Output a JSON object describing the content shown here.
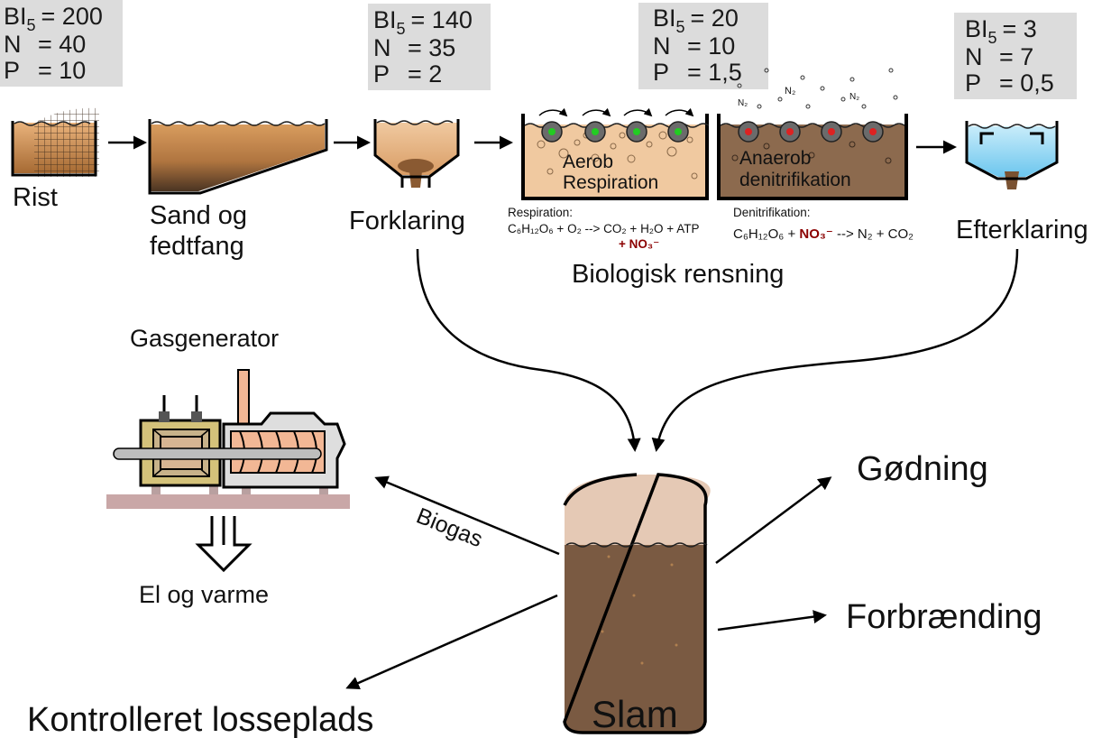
{
  "quality_boxes": [
    {
      "bi_label": "BI",
      "bi_sub": "5",
      "bi_value": "= 200",
      "n_label": "N",
      "n_value": "= 40",
      "p_label": "P",
      "p_value": "= 10"
    },
    {
      "bi_label": "BI",
      "bi_sub": "5",
      "bi_value": "= 140",
      "n_label": "N",
      "n_value": "= 35",
      "p_label": "P",
      "p_value": "= 2"
    },
    {
      "bi_label": "BI",
      "bi_sub": "5",
      "bi_value": "= 20",
      "n_label": "N",
      "n_value": "= 10",
      "p_label": "P",
      "p_value": "= 1,5"
    },
    {
      "bi_label": "BI",
      "bi_sub": "5",
      "bi_value": "= 3",
      "n_label": "N",
      "n_value": "= 7",
      "p_label": "P",
      "p_value": "= 0,5"
    }
  ],
  "stages": {
    "rist": "Rist",
    "sand_line1": "Sand og",
    "sand_line2": "fedtfang",
    "forklaring": "Forklaring",
    "efterklaring": "Efterklaring"
  },
  "tanks": {
    "aerob_line1": "Aerob",
    "aerob_line2": "Respiration",
    "anaerob_line1": "Anaerob",
    "anaerob_line2": "denitrifikation"
  },
  "equations": {
    "respiration_title": "Respiration:",
    "respiration_eq": "C₆H₁₂O₆ + O₂ --> CO₂ + H₂O + ATP",
    "respiration_extra": "+ NO₃⁻",
    "denit_title": "Denitrifikation:",
    "denit_pre": "C₆H₁₂O₆ + ",
    "denit_no3": "NO₃⁻",
    "denit_post": " --> N₂ + CO₂",
    "n2": "N₂"
  },
  "biologisk": "Biologisk rensning",
  "gasgenerator": "Gasgenerator",
  "el_og_varme": "El og varme",
  "biogas": "Biogas",
  "slam": "Slam",
  "godning": "Gødning",
  "forbraending": "Forbrænding",
  "losseplads": "Kontrolleret losseplads",
  "icons": [
    "grate-icon",
    "settling-tank-icon",
    "bacteria-icon",
    "gas-generator-icon",
    "digester-icon",
    "down-arrow-icon"
  ],
  "colors": {
    "sewage_light": "#e8b27f",
    "sewage_brown": "#a06a3c",
    "sludge_dark": "#7a5a42",
    "sludge_top": "#e5c9b5",
    "clean_water": "#8fd3f0",
    "info_box": "#dcdcdc",
    "nitrate_red": "#8b0000"
  }
}
